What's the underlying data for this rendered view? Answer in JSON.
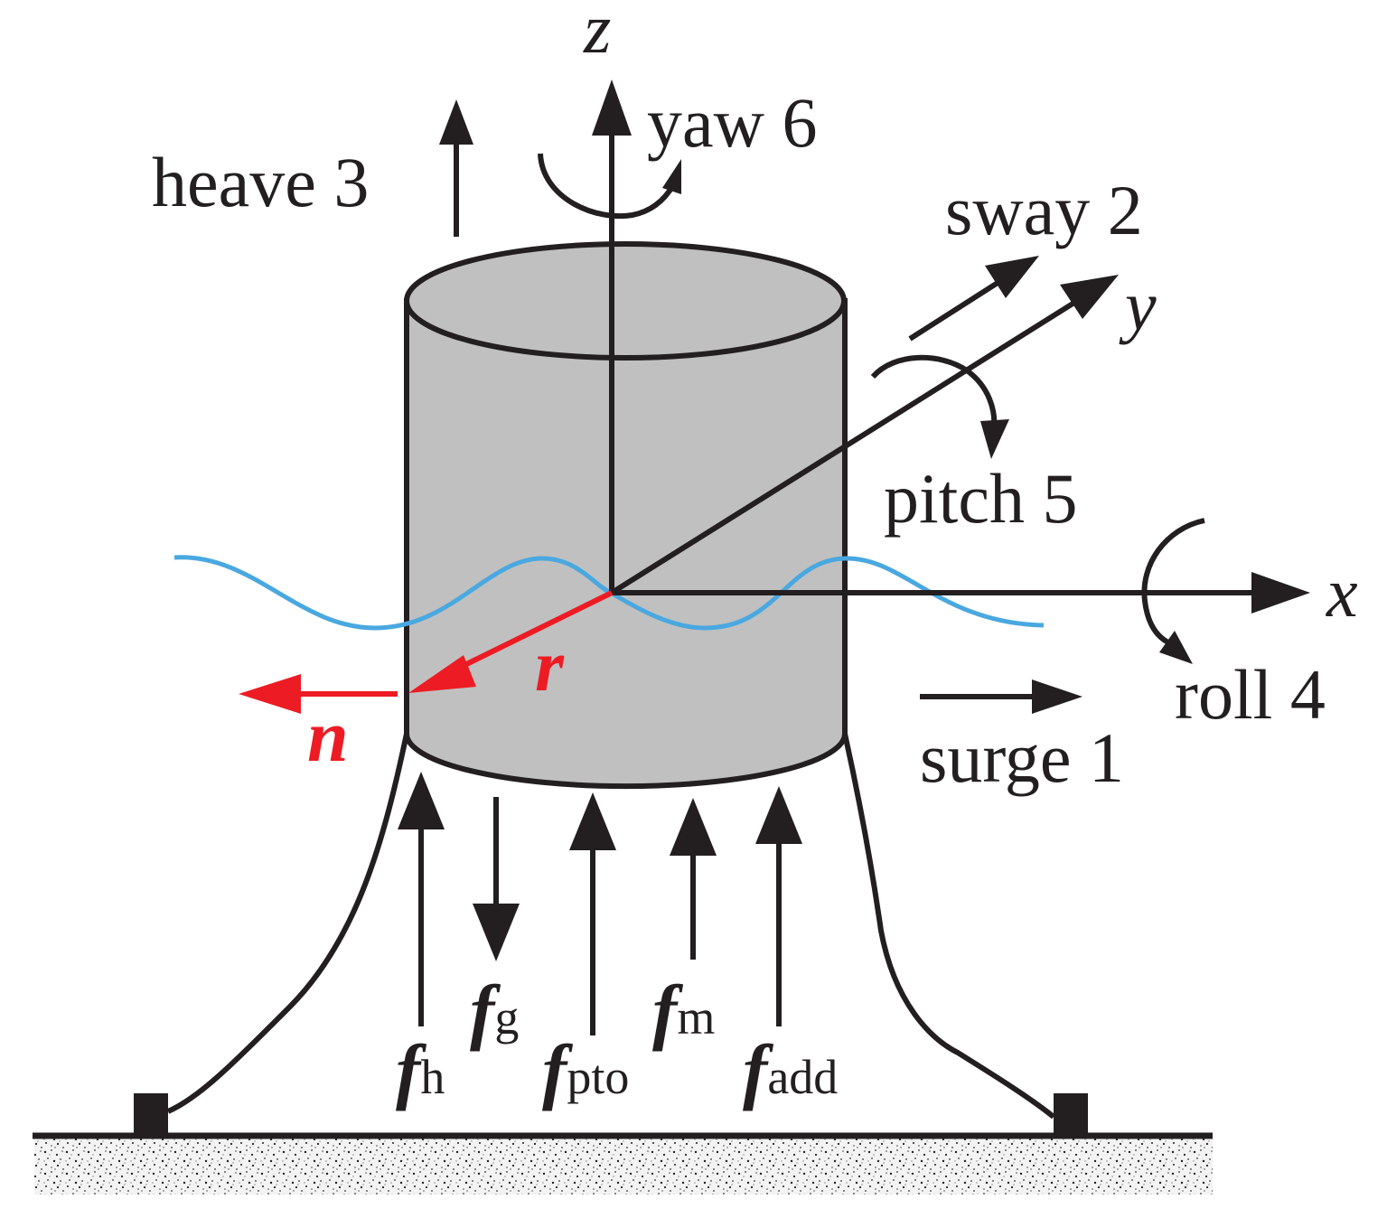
{
  "labels": {
    "heave": "heave 3",
    "yaw": "yaw 6",
    "sway": "sway 2",
    "pitch": "pitch 5",
    "roll": "roll 4",
    "surge": "surge 1"
  },
  "axes": {
    "x": "x",
    "y": "y",
    "z": "z"
  },
  "vectors": {
    "r": "r",
    "n": "n"
  },
  "forces": [
    {
      "symbol": "f",
      "subscript": "h"
    },
    {
      "symbol": "f",
      "subscript": "g"
    },
    {
      "symbol": "f",
      "subscript": "pto"
    },
    {
      "symbol": "f",
      "subscript": "m"
    },
    {
      "symbol": "f",
      "subscript": "add"
    }
  ],
  "colors": {
    "ink": "#231f20",
    "red": "#ed1c24",
    "water": "#4aa8e0",
    "body": "#c0c0c0"
  }
}
